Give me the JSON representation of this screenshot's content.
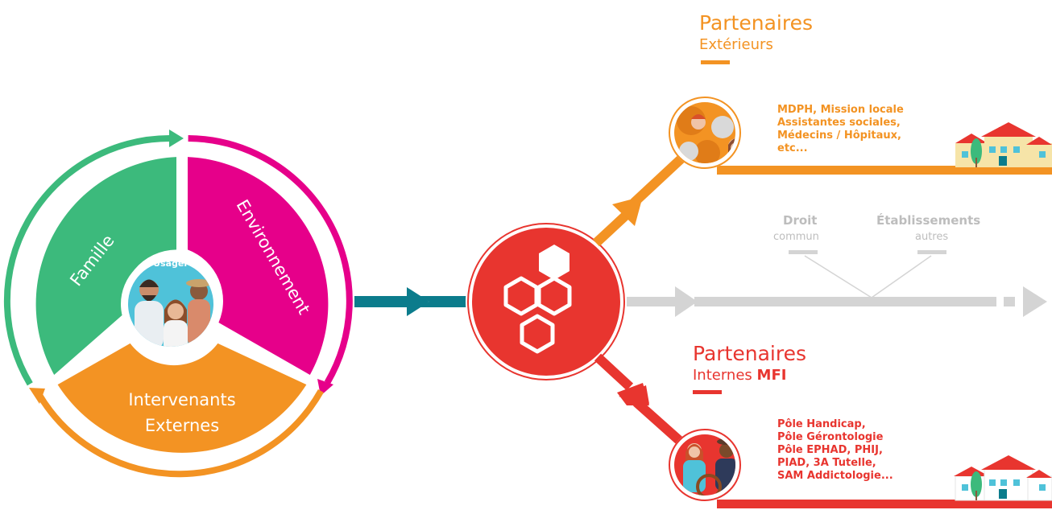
{
  "cycle": {
    "segments": {
      "famille": "Famille",
      "environnement": "Environnement",
      "externes_line1": "Intervenants",
      "externes_line2": "Externes"
    },
    "center_label": "Usager"
  },
  "partners_ext": {
    "title": "Partenaires",
    "subtitle": "Extérieurs",
    "items": [
      "MDPH, Mission locale",
      "Assistantes sociales,",
      "Médecins / Hôpitaux,",
      "etc..."
    ]
  },
  "partners_int": {
    "title": "Partenaires",
    "subtitle_prefix": "Internes",
    "subtitle_strong": "MFI",
    "items": [
      "Pôle Handicap,",
      "Pôle Gérontologie",
      "Pôle EPHAD, PHIJ,",
      "PIAD, 3A Tutelle,",
      "SAM Addictologie..."
    ]
  },
  "middle_branch": {
    "droit_title": "Droit",
    "droit_sub": "commun",
    "etab_title": "Établissements",
    "etab_sub": "autres"
  },
  "colors": {
    "green": "#3cba7c",
    "magenta": "#e6008a",
    "orange": "#f39323",
    "red": "#e8352f",
    "teal": "#0b7c8c",
    "grey": "#d4d4d4",
    "sky": "#4fc2d9"
  }
}
